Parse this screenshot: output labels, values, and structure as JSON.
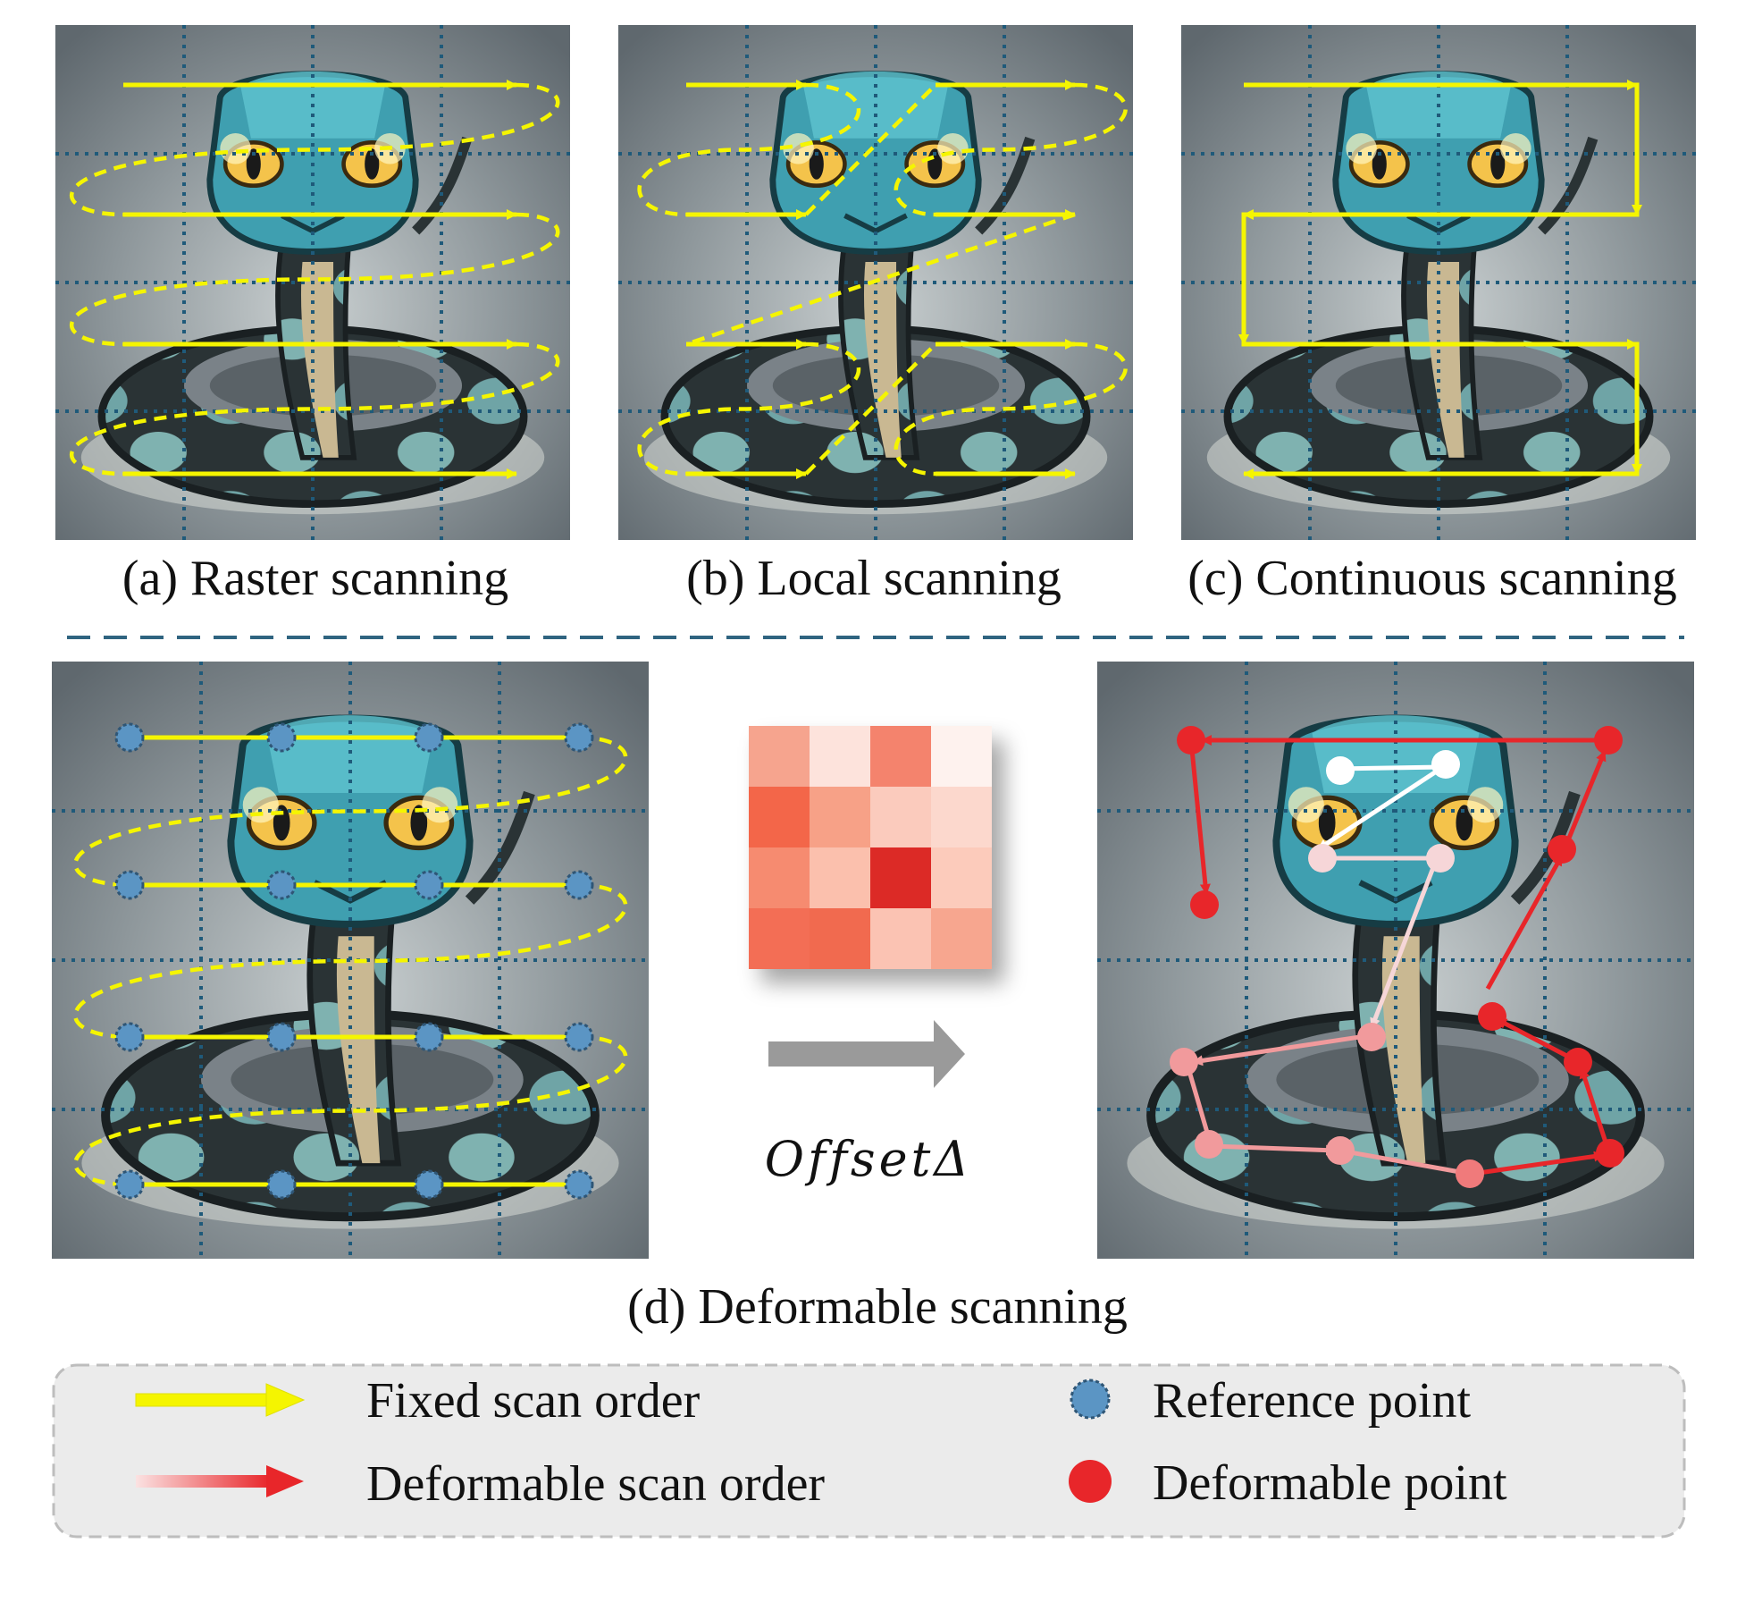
{
  "captions": {
    "a": "(a) Raster scanning",
    "b": "(b) Local scanning",
    "c": "(c) Continuous scanning",
    "d": "(d) Deformable scanning"
  },
  "offset_label": "OffsetΔ",
  "legend": {
    "fixed": "Fixed scan order",
    "deformable_order": "Deformable scan order",
    "reference": "Reference point",
    "deformable_point": "Deformable point"
  },
  "colors": {
    "scan_yellow": "#f5f500",
    "grid_dots": "#1f5a7a",
    "deform_red": "#e8262a",
    "deform_pink": "#f19a9c",
    "deform_light": "#f6d6d8",
    "reference_blue": "#5b95c4",
    "separator": "#2f6480",
    "legend_bg": "#ebebeb"
  },
  "offset_heatmap": [
    [
      "#f6a48e",
      "#fde3dc",
      "#f4836d",
      "#fef2ee"
    ],
    [
      "#f36649",
      "#f7a187",
      "#fbcbbd",
      "#fcd8cd"
    ],
    [
      "#f68b70",
      "#fbc0ad",
      "#dc2a27",
      "#fccbbb"
    ],
    [
      "#f36e54",
      "#f16a4f",
      "#fbc3b3",
      "#f7a68f"
    ]
  ]
}
